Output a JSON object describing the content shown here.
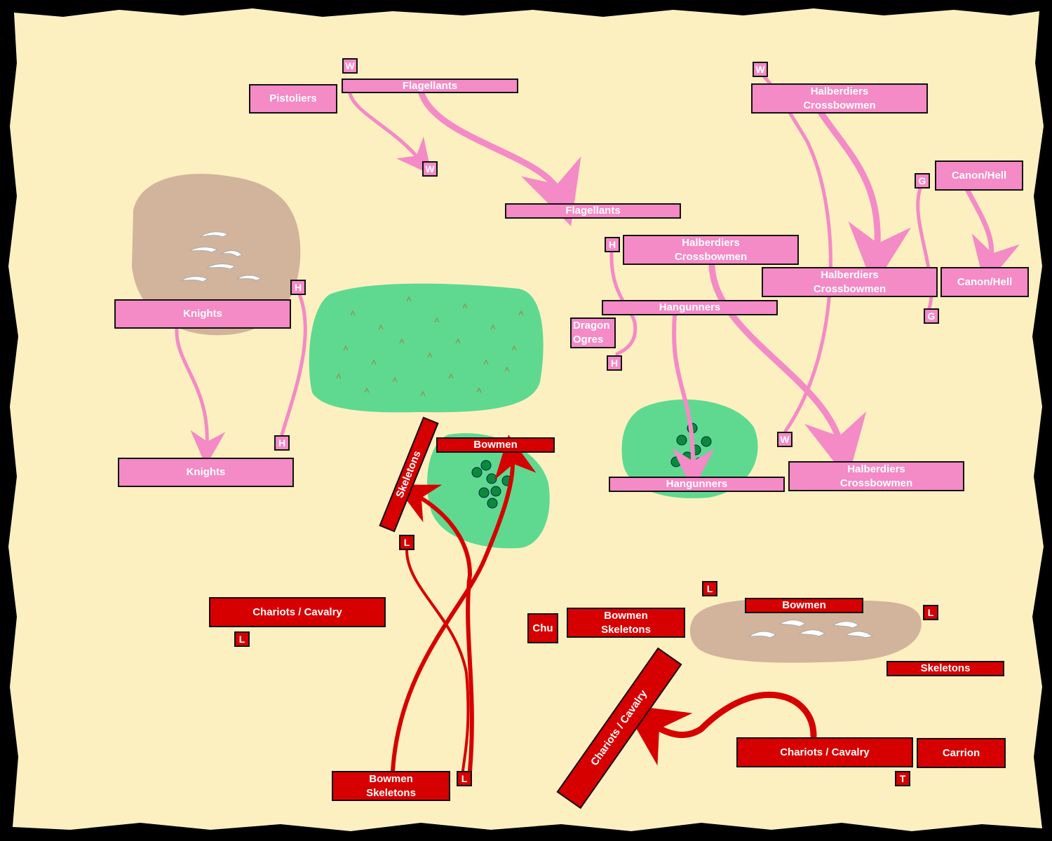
{
  "colors": {
    "parchment": "#fdf0c0",
    "background": "#000000",
    "empire_units": "#f48ac6",
    "undead_units": "#d60000",
    "woods": "#5fd990",
    "hill": "#d2b49c"
  },
  "empire": {
    "pistoliers": "Pistoliers",
    "flagellants_start": "Flagellants",
    "flagellants_end": "Flagellants",
    "knights_start": "Knights",
    "knights_end": "Knights",
    "halberd_start": "Halberdiers\nCrossbowmen",
    "halberd_center": "Halberdiers\nCrossbowmen",
    "halberd_mid": "Halberdiers\nCrossbowmen",
    "halberd_end": "Halberdiers\nCrossbowmen",
    "cannon_start": "Canon/Hell",
    "cannon_end": "Canon/Hell",
    "hangunners_start": "Hangunners",
    "hangunners_end": "Hangunners",
    "dragon_ogres": "Dragon\nOgres"
  },
  "undead": {
    "bowmen_woods": "Bowmen",
    "skeletons_rotated": "Skeletons",
    "chariots_left": "Chariots / Cavalry",
    "bowmen_skeletons_bottom": "Bowmen\nSkeletons",
    "chu": "Chu",
    "bowmen_skeletons_right": "Bowmen\nSkeletons",
    "bowmen_hill": "Bowmen",
    "skeletons_right": "Skeletons",
    "chariots_rotated": "Chariots / Cavalry",
    "chariots_right": "Chariots / Cavalry",
    "carrion": "Carrion"
  },
  "markers": {
    "w": "W",
    "h": "H",
    "g": "G",
    "l": "L",
    "t": "T"
  }
}
